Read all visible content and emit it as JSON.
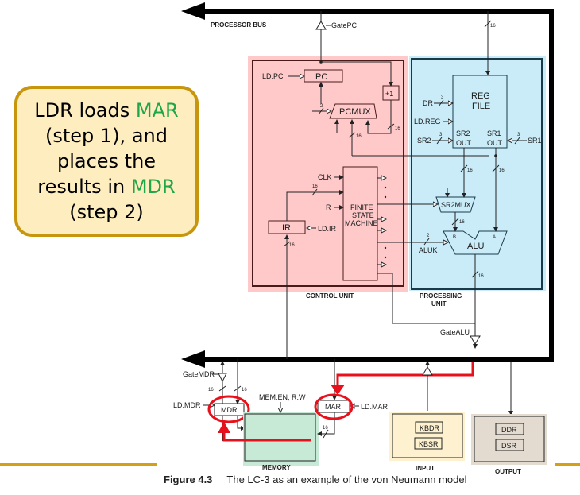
{
  "callout": {
    "line1_pre": "LDR loads ",
    "line1_hl": "MAR",
    "line2": "(step 1), and",
    "line3": "places the",
    "line4_pre": "results in ",
    "line4_hl": "MDR",
    "line5": "(step 2)",
    "highlight_color": "#1fa64a",
    "border_color": "#c8960c",
    "fill_color": "#fdedbf"
  },
  "diagram": {
    "processor_bus_label": "PROCESSOR BUS",
    "gate_pc": "GatePC",
    "gate_alu": "GateALU",
    "gate_mdr": "GateMDR",
    "control_unit": {
      "title": "CONTROL UNIT",
      "pc": "PC",
      "ld_pc": "LD.PC",
      "plus_one": "+1",
      "pcmux": "PCMUX",
      "pcmux_sel_width": "2",
      "ir": "IR",
      "ld_ir": "LD.IR",
      "clk": "CLK",
      "r": "R",
      "fsm_line1": "FINITE",
      "fsm_line2": "STATE",
      "fsm_line3": "MACHINE",
      "bus_width": "16"
    },
    "processing_unit": {
      "title_line1": "PROCESSING",
      "title_line2": "UNIT",
      "reg_file_line1": "REG",
      "reg_file_line2": "FILE",
      "dr": "DR",
      "ld_reg": "LD.REG",
      "sr2": "SR2",
      "sr1": "SR1",
      "sr2_out_line1": "SR2",
      "sr2_out_line2": "OUT",
      "sr1_out_line1": "SR1",
      "sr1_out_line2": "OUT",
      "reg_sel_width": "3",
      "sr2mux": "SR2MUX",
      "alu": "ALU",
      "aluk": "ALUK",
      "aluk_width": "2",
      "alu_in_a": "A",
      "alu_in_b": "B",
      "bus_width": "16"
    },
    "memory": {
      "title": "MEMORY",
      "mdr": "MDR",
      "mar": "MAR",
      "ld_mdr": "LD.MDR",
      "ld_mar": "LD.MAR",
      "mem_en": "MEM.EN, R.W",
      "bus_width": "16"
    },
    "input": {
      "title": "INPUT",
      "kbdr": "KBDR",
      "kbsr": "KBSR"
    },
    "output": {
      "title": "OUTPUT",
      "ddr": "DDR",
      "dsr": "DSR"
    },
    "colors": {
      "control_unit_fill": "#ffc9c9",
      "processing_unit_fill": "#c9ecf8",
      "memory_fill": "#c6ead6",
      "input_fill": "#fdf1d0",
      "output_fill": "#e3dbd0",
      "highlight_path": "#e8101a"
    }
  },
  "caption": {
    "figure_label": "Figure 4.3",
    "text": "The LC-3 as an example of the von Neumann model"
  }
}
